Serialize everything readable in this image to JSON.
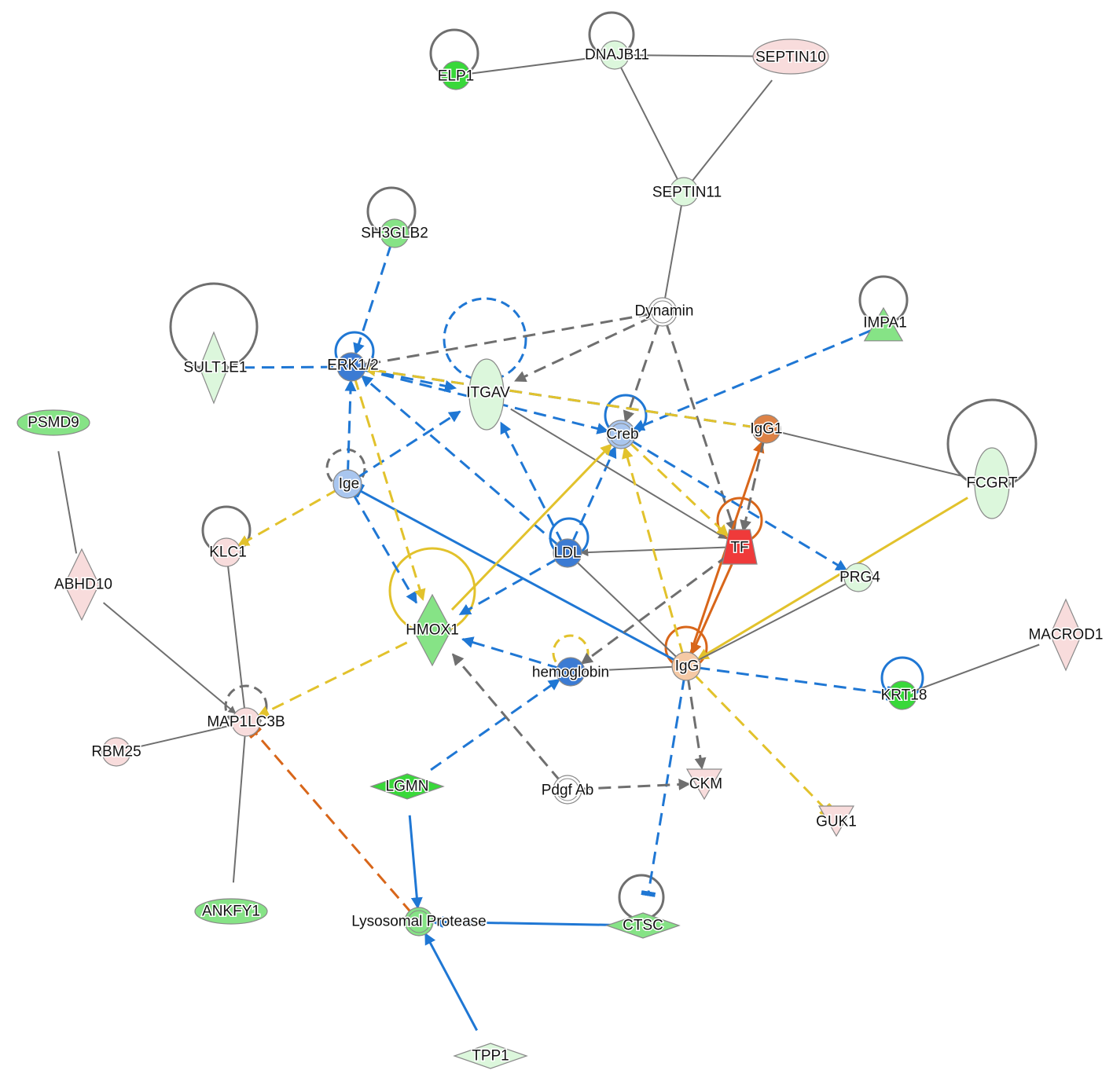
{
  "colors": {
    "blue": "#1f77d4",
    "gray": "#6f6f6f",
    "yellow": "#e2c22c",
    "orange": "#d8661a",
    "node_stroke": "#8a8a8a",
    "bright_green": "#39d83a",
    "green": "#86e386",
    "pale_green": "#dcf7dc",
    "pale_pink": "#f8dcdc",
    "blue_dark": "#3c7bd3",
    "blue_light": "#a9c6ef",
    "red": "#ef3a3a",
    "orange_dark": "#dd8246",
    "orange_light": "#f5c9a5",
    "white": "#ffffff"
  },
  "nodes": [
    {
      "id": "ELP1",
      "label": "ELP1",
      "shape": "circle",
      "fill": "bright_green"
    },
    {
      "id": "DNAJB11",
      "label": "DNAJB11",
      "shape": "circle",
      "fill": "pale_green"
    },
    {
      "id": "SEPTIN10",
      "label": "SEPTIN10",
      "shape": "ellipse",
      "fill": "pale_pink"
    },
    {
      "id": "SEPTIN11",
      "label": "SEPTIN11",
      "shape": "circle",
      "fill": "pale_green"
    },
    {
      "id": "SH3GLB2",
      "label": "SH3GLB2",
      "shape": "circle",
      "fill": "green"
    },
    {
      "id": "Dynamin",
      "label": "Dynamin",
      "shape": "double-circle",
      "fill": "white"
    },
    {
      "id": "IMPA1",
      "label": "IMPA1",
      "shape": "triangle",
      "fill": "green"
    },
    {
      "id": "SULT1E1",
      "label": "SULT1E1",
      "shape": "diamond",
      "fill": "pale_green"
    },
    {
      "id": "ERK12",
      "label": "ERK1/2",
      "shape": "circle",
      "fill": "blue_dark"
    },
    {
      "id": "ITGAV",
      "label": "ITGAV",
      "shape": "ellipse",
      "fill": "pale_green"
    },
    {
      "id": "Creb",
      "label": "Creb",
      "shape": "double-circle",
      "fill": "blue_light"
    },
    {
      "id": "IgG1",
      "label": "IgG1",
      "shape": "circle",
      "fill": "orange_dark"
    },
    {
      "id": "FCGRT",
      "label": "FCGRT",
      "shape": "ellipse",
      "fill": "pale_green"
    },
    {
      "id": "PSMD9",
      "label": "PSMD9",
      "shape": "ellipse",
      "fill": "green"
    },
    {
      "id": "Ige",
      "label": "Ige",
      "shape": "circle",
      "fill": "blue_light"
    },
    {
      "id": "KLC1",
      "label": "KLC1",
      "shape": "circle",
      "fill": "pale_pink"
    },
    {
      "id": "LDL",
      "label": "LDL",
      "shape": "circle",
      "fill": "blue_dark"
    },
    {
      "id": "TF",
      "label": "TF",
      "shape": "trapezoid",
      "fill": "red"
    },
    {
      "id": "PRG4",
      "label": "PRG4",
      "shape": "circle",
      "fill": "pale_green"
    },
    {
      "id": "ABHD10",
      "label": "ABHD10",
      "shape": "diamond",
      "fill": "pale_pink"
    },
    {
      "id": "HMOX1",
      "label": "HMOX1",
      "shape": "diamond",
      "fill": "green"
    },
    {
      "id": "hemoglobin",
      "label": "hemoglobin",
      "shape": "circle",
      "fill": "blue_dark"
    },
    {
      "id": "IgG",
      "label": "IgG",
      "shape": "circle",
      "fill": "orange_light"
    },
    {
      "id": "MACROD1",
      "label": "MACROD1",
      "shape": "diamond",
      "fill": "pale_pink"
    },
    {
      "id": "KRT18",
      "label": "KRT18",
      "shape": "circle",
      "fill": "bright_green"
    },
    {
      "id": "MAP1LC3B",
      "label": "MAP1LC3B",
      "shape": "circle",
      "fill": "pale_pink"
    },
    {
      "id": "RBM25",
      "label": "RBM25",
      "shape": "circle",
      "fill": "pale_pink"
    },
    {
      "id": "LGMN",
      "label": "LGMN",
      "shape": "diamond",
      "fill": "bright_green"
    },
    {
      "id": "PdgfAb",
      "label": "Pdgf Ab",
      "shape": "double-circle",
      "fill": "white"
    },
    {
      "id": "CKM",
      "label": "CKM",
      "shape": "triangle-down",
      "fill": "pale_pink"
    },
    {
      "id": "GUK1",
      "label": "GUK1",
      "shape": "triangle-down",
      "fill": "pale_pink"
    },
    {
      "id": "ANKFY1",
      "label": "ANKFY1",
      "shape": "ellipse",
      "fill": "green"
    },
    {
      "id": "LysosomalProtease",
      "label": "Lysosomal Protease",
      "shape": "double-circle",
      "fill": "green"
    },
    {
      "id": "CTSC",
      "label": "CTSC",
      "shape": "diamond",
      "fill": "green"
    },
    {
      "id": "TPP1",
      "label": "TPP1",
      "shape": "diamond",
      "fill": "pale_green"
    }
  ],
  "edges": [
    {
      "from": "ELP1",
      "to": "DNAJB11",
      "color": "gray",
      "style": "solid",
      "end": "none"
    },
    {
      "from": "DNAJB11",
      "to": "SEPTIN10",
      "color": "gray",
      "style": "solid",
      "end": "none"
    },
    {
      "from": "DNAJB11",
      "to": "SEPTIN11",
      "color": "gray",
      "style": "solid",
      "end": "none"
    },
    {
      "from": "SEPTIN10",
      "to": "SEPTIN11",
      "color": "gray",
      "style": "solid",
      "end": "none"
    },
    {
      "from": "SEPTIN11",
      "to": "Dynamin",
      "color": "gray",
      "style": "solid",
      "end": "none"
    },
    {
      "from": "SH3GLB2",
      "to": "ERK12",
      "color": "blue",
      "style": "dashed",
      "end": "arrow"
    },
    {
      "from": "SULT1E1",
      "to": "ERK12",
      "color": "blue",
      "style": "dashed",
      "end": "none"
    },
    {
      "from": "Dynamin",
      "to": "ERK12",
      "color": "gray",
      "style": "dashed",
      "end": "arrow"
    },
    {
      "from": "Dynamin",
      "to": "ITGAV",
      "color": "gray",
      "style": "dashed",
      "end": "arrow"
    },
    {
      "from": "Dynamin",
      "to": "Creb",
      "color": "gray",
      "style": "dashed",
      "end": "arrow"
    },
    {
      "from": "Dynamin",
      "to": "TF",
      "color": "gray",
      "style": "dashed",
      "end": "arrow"
    },
    {
      "from": "IMPA1",
      "to": "Creb",
      "color": "blue",
      "style": "dashed",
      "end": "arrow"
    },
    {
      "from": "ERK12",
      "to": "ITGAV",
      "color": "blue",
      "style": "dashed",
      "end": "arrow"
    },
    {
      "from": "ERK12",
      "to": "Creb",
      "color": "blue",
      "style": "dashed",
      "end": "arrow"
    },
    {
      "from": "IgG1",
      "to": "ERK12",
      "color": "blue",
      "style": "dashed",
      "end": "arrow"
    },
    {
      "from": "IgG1",
      "to": "ERK12",
      "color": "yellow",
      "style": "dashed",
      "end": "arrow"
    },
    {
      "from": "IgG1",
      "to": "FCGRT",
      "color": "gray",
      "style": "solid",
      "end": "none"
    },
    {
      "from": "Ige",
      "to": "ERK12",
      "color": "blue",
      "style": "dashed",
      "end": "arrow"
    },
    {
      "from": "Ige",
      "to": "ITGAV",
      "color": "blue",
      "style": "dashed",
      "end": "arrow"
    },
    {
      "from": "Ige",
      "to": "KLC1",
      "color": "yellow",
      "style": "dashed",
      "end": "arrow"
    },
    {
      "from": "Ige",
      "to": "HMOX1",
      "color": "blue",
      "style": "dashed",
      "end": "arrow"
    },
    {
      "from": "IgG",
      "to": "Ige",
      "color": "blue",
      "style": "solid",
      "end": "bar"
    },
    {
      "from": "ERK12",
      "to": "HMOX1",
      "color": "yellow",
      "style": "dashed",
      "end": "arrow"
    },
    {
      "from": "LDL",
      "to": "ERK12",
      "color": "blue",
      "style": "dashed",
      "end": "arrow"
    },
    {
      "from": "LDL",
      "to": "ITGAV",
      "color": "blue",
      "style": "dashed",
      "end": "arrow"
    },
    {
      "from": "LDL",
      "to": "Creb",
      "color": "blue",
      "style": "dashed",
      "end": "arrow"
    },
    {
      "from": "LDL",
      "to": "HMOX1",
      "color": "blue",
      "style": "dashed",
      "end": "arrow"
    },
    {
      "from": "TF",
      "to": "LDL",
      "color": "gray",
      "style": "solid",
      "end": "arrow"
    },
    {
      "from": "ITGAV",
      "to": "TF",
      "color": "gray",
      "style": "solid",
      "end": "arrow"
    },
    {
      "from": "Creb",
      "to": "TF",
      "color": "yellow",
      "style": "dashed",
      "end": "arrow"
    },
    {
      "from": "Creb",
      "to": "PRG4",
      "color": "blue",
      "style": "dashed",
      "end": "arrow"
    },
    {
      "from": "HMOX1",
      "to": "Creb",
      "color": "yellow",
      "style": "solid",
      "end": "arrow"
    },
    {
      "from": "IgG",
      "to": "Creb",
      "color": "yellow",
      "style": "dashed",
      "end": "arrow"
    },
    {
      "from": "IgG",
      "to": "IgG1",
      "color": "orange",
      "style": "solid",
      "end": "arrow"
    },
    {
      "from": "IgG1",
      "to": "TF",
      "color": "gray",
      "style": "dashed",
      "end": "arrow"
    },
    {
      "from": "TF",
      "to": "IgG",
      "color": "orange",
      "style": "solid",
      "end": "arrow"
    },
    {
      "from": "FCGRT",
      "to": "IgG",
      "color": "yellow",
      "style": "solid",
      "end": "arrow"
    },
    {
      "from": "PRG4",
      "to": "IgG",
      "color": "gray",
      "style": "solid",
      "end": "none"
    },
    {
      "from": "LDL",
      "to": "IgG",
      "color": "gray",
      "style": "solid",
      "end": "none"
    },
    {
      "from": "TF",
      "to": "hemoglobin",
      "color": "gray",
      "style": "dashed",
      "end": "arrow"
    },
    {
      "from": "hemoglobin",
      "to": "IgG",
      "color": "gray",
      "style": "solid",
      "end": "none"
    },
    {
      "from": "hemoglobin",
      "to": "HMOX1",
      "color": "blue",
      "style": "dashed",
      "end": "arrow"
    },
    {
      "from": "IgG",
      "to": "KRT18",
      "color": "blue",
      "style": "dashed",
      "end": "bar"
    },
    {
      "from": "IgG",
      "to": "CKM",
      "color": "gray",
      "style": "dashed",
      "end": "arrow"
    },
    {
      "from": "IgG",
      "to": "GUK1",
      "color": "yellow",
      "style": "dashed",
      "end": "bar"
    },
    {
      "from": "IgG",
      "to": "CTSC",
      "color": "blue",
      "style": "dashed",
      "end": "bar"
    },
    {
      "from": "MACROD1",
      "to": "KRT18",
      "color": "gray",
      "style": "solid",
      "end": "none"
    },
    {
      "from": "PSMD9",
      "to": "ABHD10",
      "color": "gray",
      "style": "solid",
      "end": "none"
    },
    {
      "from": "ABHD10",
      "to": "MAP1LC3B",
      "color": "gray",
      "style": "solid",
      "end": "arrow"
    },
    {
      "from": "KLC1",
      "to": "MAP1LC3B",
      "color": "gray",
      "style": "solid",
      "end": "none"
    },
    {
      "from": "HMOX1",
      "to": "MAP1LC3B",
      "color": "yellow",
      "style": "dashed",
      "end": "arrow"
    },
    {
      "from": "RBM25",
      "to": "MAP1LC3B",
      "color": "gray",
      "style": "solid",
      "end": "none"
    },
    {
      "from": "ANKFY1",
      "to": "MAP1LC3B",
      "color": "gray",
      "style": "solid",
      "end": "none"
    },
    {
      "from": "LysosomalProtease",
      "to": "MAP1LC3B",
      "color": "orange",
      "style": "dashed",
      "end": "bar"
    },
    {
      "from": "LGMN",
      "to": "hemoglobin",
      "color": "blue",
      "style": "dashed",
      "end": "arrow"
    },
    {
      "from": "PdgfAb",
      "to": "HMOX1",
      "color": "gray",
      "style": "dashed",
      "end": "arrow"
    },
    {
      "from": "PdgfAb",
      "to": "CKM",
      "color": "gray",
      "style": "dashed",
      "end": "arrow"
    },
    {
      "from": "LGMN",
      "to": "LysosomalProtease",
      "color": "blue",
      "style": "solid",
      "end": "arrow"
    },
    {
      "from": "CTSC",
      "to": "LysosomalProtease",
      "color": "blue",
      "style": "solid",
      "end": "arrow"
    },
    {
      "from": "TPP1",
      "to": "LysosomalProtease",
      "color": "blue",
      "style": "solid",
      "end": "arrow"
    }
  ],
  "self_loops": [
    {
      "node": "ELP1",
      "color": "gray",
      "style": "solid"
    },
    {
      "node": "DNAJB11",
      "color": "gray",
      "style": "solid"
    },
    {
      "node": "SH3GLB2",
      "color": "gray",
      "style": "solid"
    },
    {
      "node": "SULT1E1",
      "color": "gray",
      "style": "solid"
    },
    {
      "node": "IMPA1",
      "color": "gray",
      "style": "solid"
    },
    {
      "node": "ERK12",
      "color": "blue",
      "style": "solid"
    },
    {
      "node": "ITGAV",
      "color": "blue",
      "style": "dashed"
    },
    {
      "node": "Creb",
      "color": "blue",
      "style": "solid"
    },
    {
      "node": "FCGRT",
      "color": "gray",
      "style": "solid"
    },
    {
      "node": "Ige",
      "color": "gray",
      "style": "dashed"
    },
    {
      "node": "KLC1",
      "color": "gray",
      "style": "solid"
    },
    {
      "node": "LDL",
      "color": "blue",
      "style": "solid"
    },
    {
      "node": "TF",
      "color": "orange",
      "style": "solid"
    },
    {
      "node": "HMOX1",
      "color": "yellow",
      "style": "solid"
    },
    {
      "node": "hemoglobin",
      "color": "yellow",
      "style": "dashed"
    },
    {
      "node": "IgG",
      "color": "orange",
      "style": "solid"
    },
    {
      "node": "KRT18",
      "color": "blue",
      "style": "solid"
    },
    {
      "node": "MAP1LC3B",
      "color": "gray",
      "style": "dashed"
    },
    {
      "node": "CTSC",
      "color": "gray",
      "style": "solid"
    }
  ]
}
